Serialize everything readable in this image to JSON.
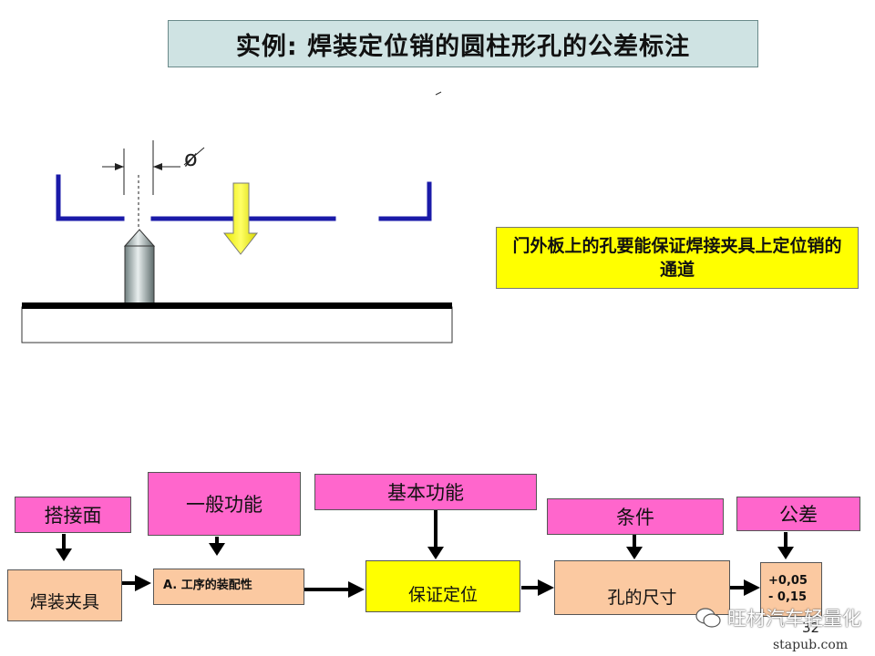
{
  "title": "实例: 焊装定位销的圆柱形孔的公差标注",
  "diagram": {
    "diameter_symbol": "ø"
  },
  "note": "门外板上的孔要能保证焊接夹具上定位销的通道",
  "flow": {
    "labels": {
      "lap_surface": "搭接面",
      "general_function": "一般功能",
      "basic_function": "基本功能",
      "condition": "条件",
      "tolerance": "公差"
    },
    "boxes": {
      "welding_fixture": "焊装夹具",
      "assembly": "A. 工序的装配性",
      "positioning": "保证定位",
      "hole_size": "孔的尺寸"
    },
    "tolerance_upper": "+0,05",
    "tolerance_lower": "- 0,15"
  },
  "page_number": "32",
  "watermark": "旺材汽车轻量化",
  "site": "stapub.com",
  "colors": {
    "pink": "#ff66cc",
    "peach": "#fbc9a1",
    "yellow": "#ffff00",
    "blue_sheet": "#1a1aa8",
    "title_bg": "#cfe3e3"
  }
}
